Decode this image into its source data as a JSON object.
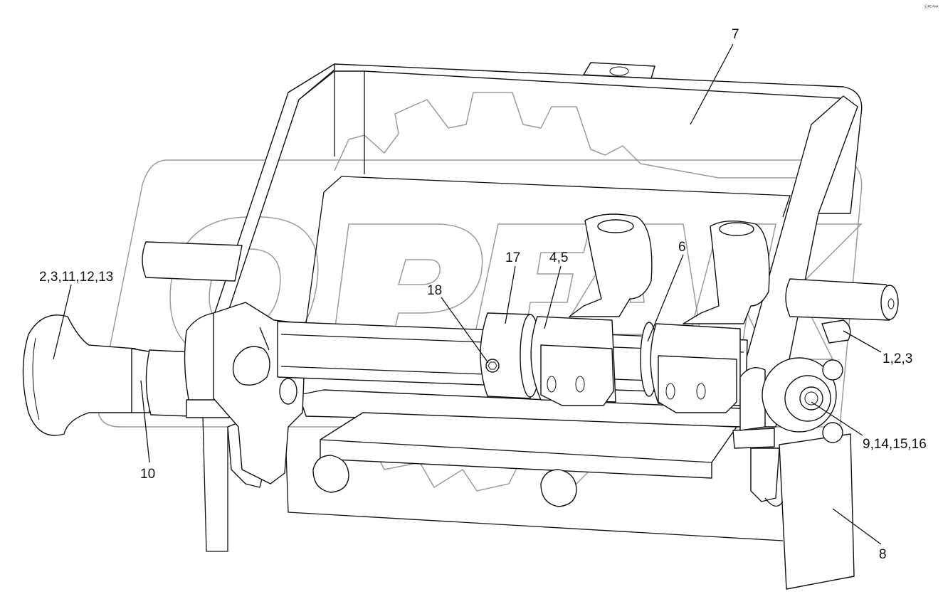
{
  "corner_mark": "ⓒᴾᴱ ᴿᴬᴷ",
  "callouts": [
    {
      "id": "c7",
      "text": "7"
    },
    {
      "id": "c17",
      "text": "17"
    },
    {
      "id": "c45",
      "text": "4,5"
    },
    {
      "id": "c6",
      "text": "6"
    },
    {
      "id": "c18",
      "text": "18"
    },
    {
      "id": "c2311",
      "text": "2,3,11,12,13"
    },
    {
      "id": "c123",
      "text": "1,2,3"
    },
    {
      "id": "c10",
      "text": "10"
    },
    {
      "id": "c9141516",
      "text": "9,14,15,16"
    },
    {
      "id": "c8",
      "text": "8"
    }
  ]
}
